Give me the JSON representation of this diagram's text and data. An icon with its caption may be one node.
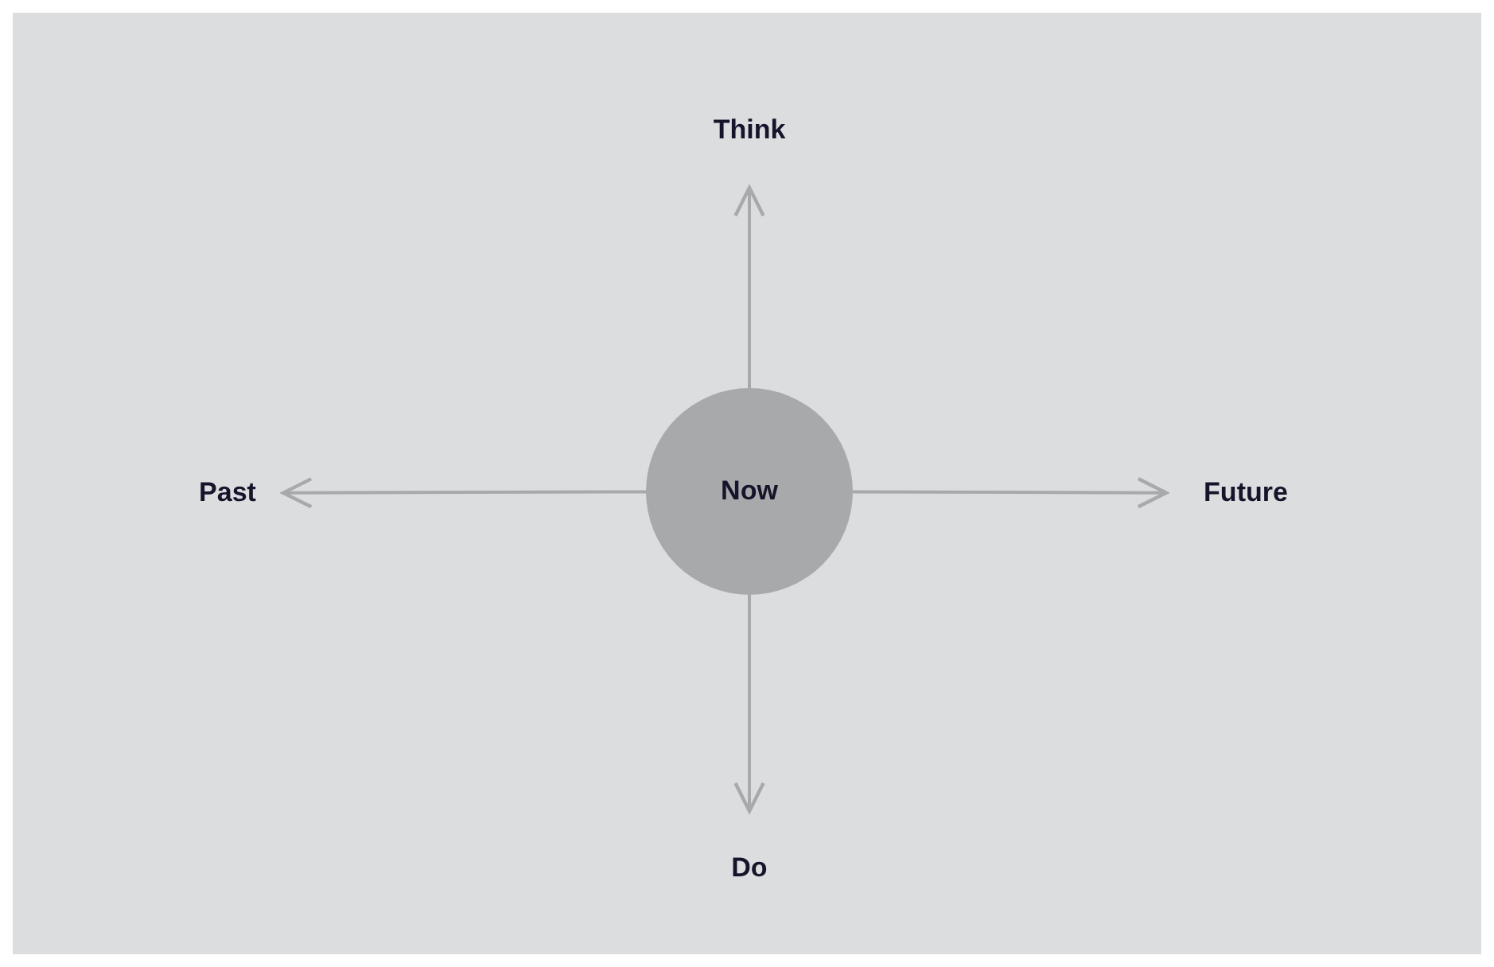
{
  "diagram": {
    "nodes": [
      {
        "text": [
          "Now"
        ]
      },
      {
        "text": [
          "Think"
        ]
      },
      {
        "text": [
          "Past"
        ]
      },
      {
        "text": [
          "Future"
        ]
      },
      {
        "text": [
          "Do"
        ]
      }
    ],
    "edges": [
      {
        "from": 0,
        "to": 1,
        "arrow": "to"
      },
      {
        "from": 0,
        "to": 2,
        "arrow": "to"
      },
      {
        "from": 0,
        "to": 3,
        "arrow": "to"
      },
      {
        "from": 0,
        "to": 4,
        "arrow": "to"
      }
    ]
  }
}
